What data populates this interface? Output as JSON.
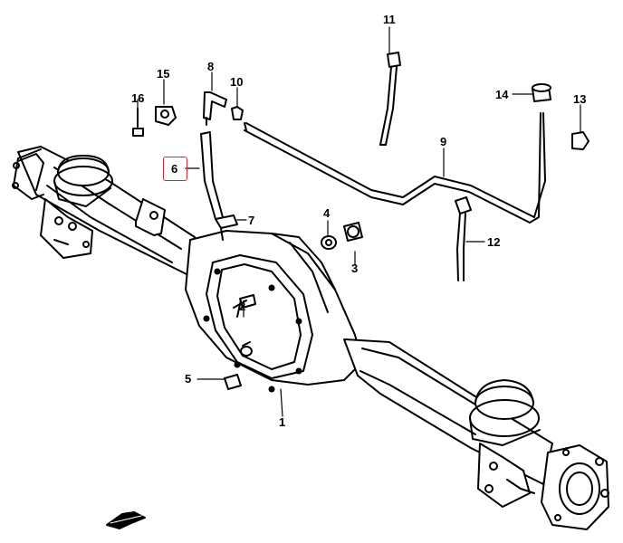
{
  "diagram": {
    "labels": {
      "p1": "1",
      "p2": "2",
      "p3": "3",
      "p4": "4",
      "p5": "5",
      "p6": "6",
      "p7": "7",
      "p8": "8",
      "p9": "9",
      "p10": "10",
      "p11": "11",
      "p12": "12",
      "p13": "13",
      "p14": "14",
      "p15": "15",
      "p16": "16"
    },
    "highlighted_part": "6",
    "highlight_color": "#d22a3a"
  }
}
